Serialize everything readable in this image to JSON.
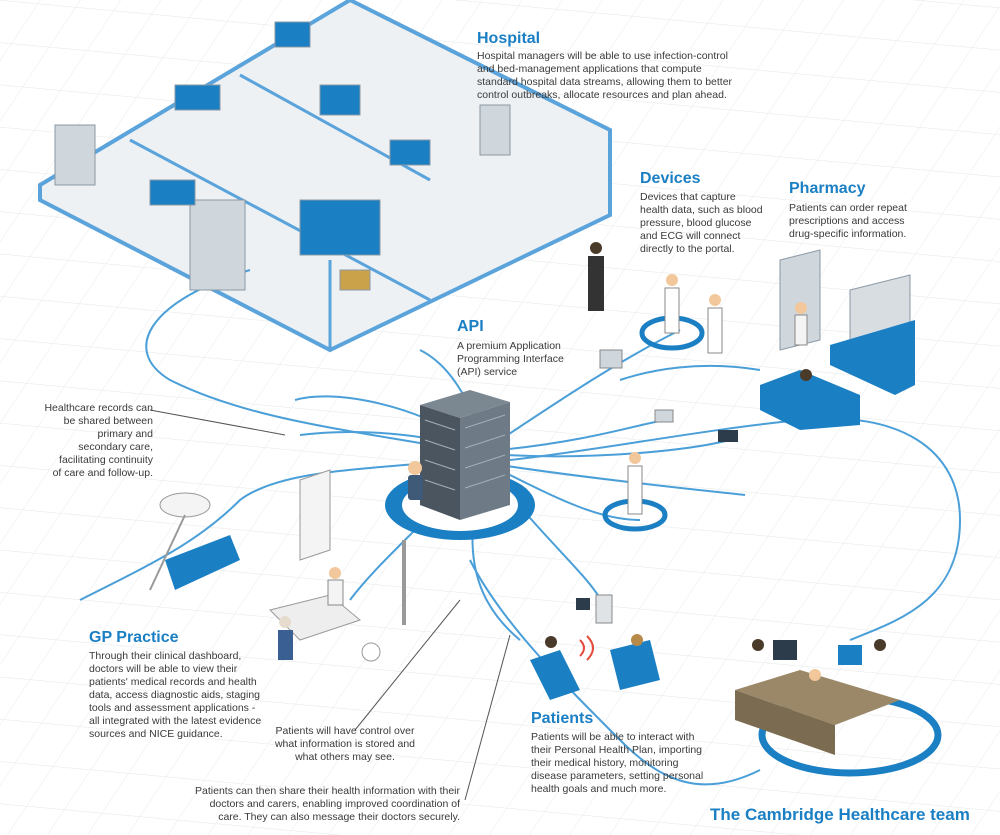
{
  "colors": {
    "accent": "#1b7fc4",
    "line": "#4a9fd8",
    "floor": "#e6e8eb",
    "text": "#3a3a3a"
  },
  "hospital": {
    "title": "Hospital",
    "body": "Hospital managers will be able to use infection-control\nand bed-management applications that compute\nstandard hospital data streams, allowing them to better\ncontrol outbreaks, allocate resources and plan ahead."
  },
  "devices": {
    "title": "Devices",
    "body": "Devices that capture\nhealth data, such as blood\npressure, blood glucose\nand ECG will connect\ndirectly to the portal."
  },
  "pharmacy": {
    "title": "Pharmacy",
    "body": "Patients can order repeat\nprescriptions and access\ndrug-specific information."
  },
  "api": {
    "title": "API",
    "body": "A premium Application\nProgramming Interface\n(API) service"
  },
  "records_note": "Healthcare records can\nbe shared between\nprimary and\nsecondary care,\nfacilitating continuity\nof care and follow-up.",
  "gp": {
    "title": "GP Practice",
    "body": "Through their clinical dashboard,\ndoctors will be able to view their\npatients' medical records and health\ndata, access diagnostic aids, staging\ntools and assessment applications -\nall integrated with the latest evidence\nsources and NICE guidance."
  },
  "control_note": "Patients will have control over\nwhat information is stored and\nwhat others may see.",
  "share_note": "Patients can then share their health information with their\ndoctors and carers, enabling improved coordination of\ncare. They can also message their doctors securely.",
  "patients": {
    "title": "Patients",
    "body": "Patients will be able to interact with\ntheir Personal Health Plan, importing\ntheir medical history, monitoring\ndisease parameters, setting personal\nhealth goals and much more."
  },
  "team": {
    "title": "The Cambridge Healthcare team"
  }
}
